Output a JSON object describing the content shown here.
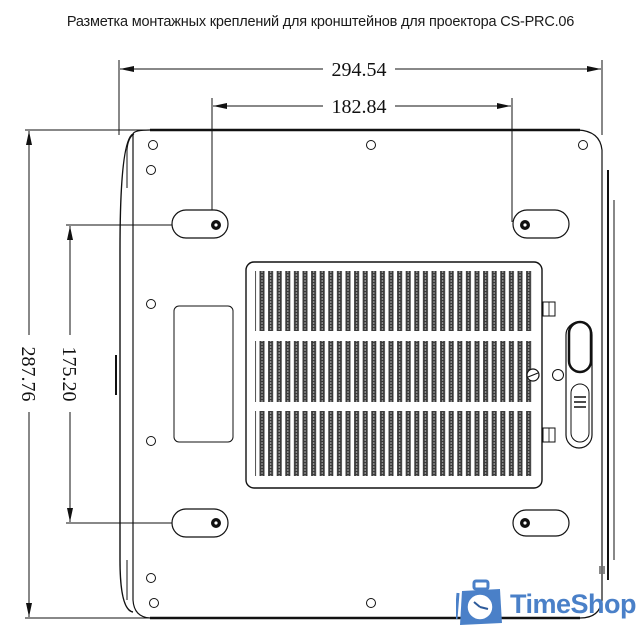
{
  "header": {
    "title": "Разметка монтажных креплений для кронштейнов для проектора CS-PRC.06"
  },
  "dimensions": {
    "overall_width": "294.54",
    "mount_width": "182.84",
    "overall_depth": "287.76",
    "mount_depth": "175.20"
  },
  "logo": {
    "brand": "TimeShop",
    "icon": "suitcase-clock-icon",
    "color": "#4a80c8"
  },
  "colors": {
    "line": "#111111",
    "background": "#ffffff"
  }
}
